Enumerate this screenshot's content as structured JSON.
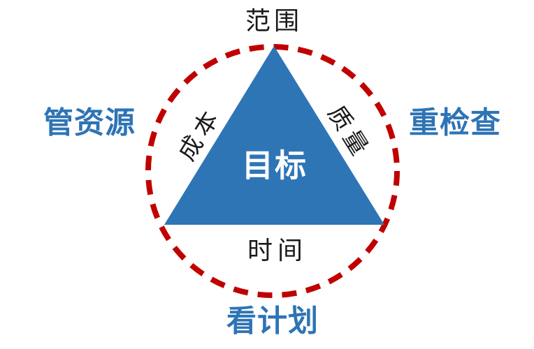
{
  "diagram": {
    "title_meaning": "project-triangle",
    "center_label": "目标",
    "vertex_top_label": "范围",
    "edge_left_label": "成本",
    "edge_right_label": "质量",
    "edge_bottom_label": "时间",
    "outer_left_label": "管资源",
    "outer_right_label": "重检查",
    "outer_bottom_label": "看计划"
  },
  "colors": {
    "triangle_fill": "#2e75b6",
    "dashed_circle_stroke": "#c00000",
    "outer_label_blue": "#2e74b5",
    "inner_label_black": "#1a1a1a",
    "center_label_white": "#ffffff",
    "background": "#ffffff"
  }
}
